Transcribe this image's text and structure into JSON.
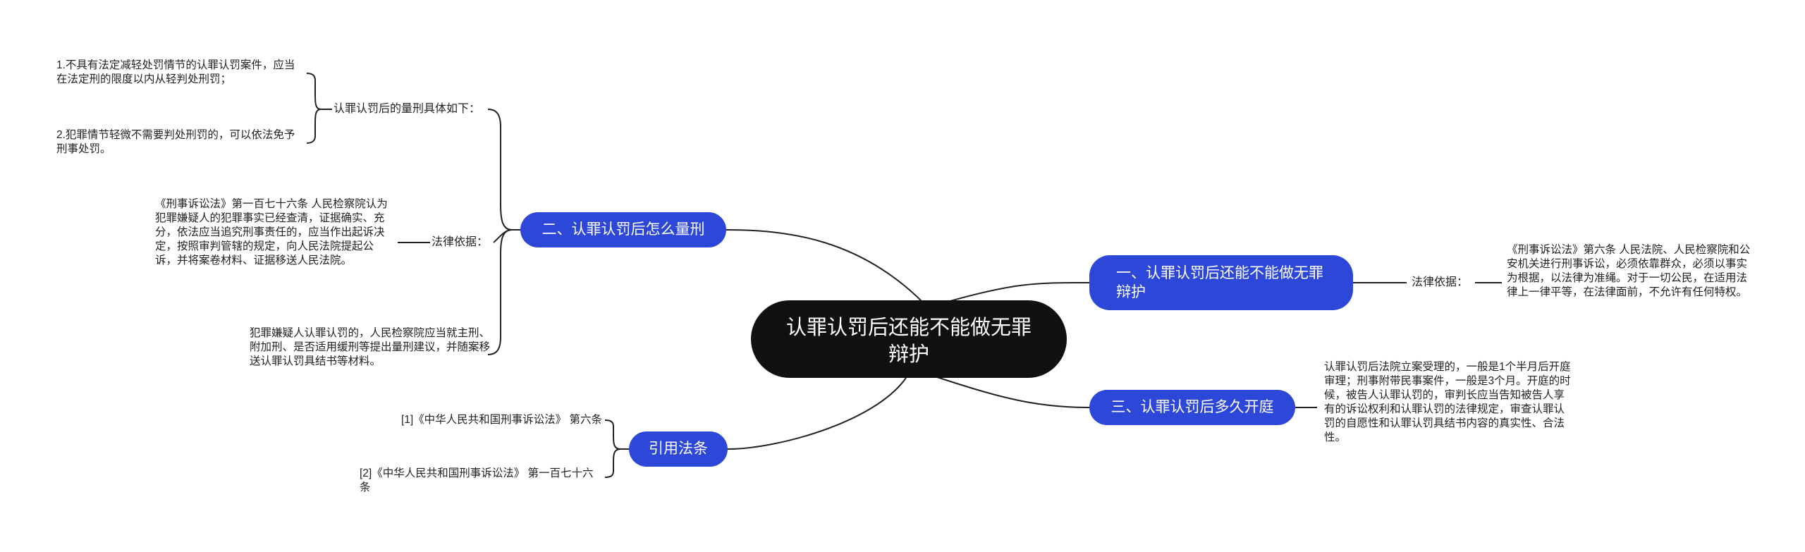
{
  "root": {
    "title": "认罪认罚后还能不能做无罪辩护"
  },
  "branch1": {
    "title": "一、认罪认罚后还能不能做无罪辩护",
    "label": "法律依据：",
    "detail": "《刑事诉讼法》第六条 人民法院、人民检察院和公安机关进行刑事诉讼，必须依靠群众，必须以事实为根据，以法律为准绳。对于一切公民，在适用法律上一律平等，在法律面前，不允许有任何特权。"
  },
  "branch2": {
    "title": "二、认罪认罚后怎么量刑",
    "sub1": {
      "label": "认罪认罚后的量刑具体如下：",
      "items": [
        "1.不具有法定减轻处罚情节的认罪认罚案件，应当在法定刑的限度以内从轻判处刑罚；",
        "2.犯罪情节轻微不需要判处刑罚的，可以依法免予刑事处罚。"
      ]
    },
    "sub2": {
      "label": "法律依据：",
      "detail": "《刑事诉讼法》第一百七十六条 人民检察院认为犯罪嫌疑人的犯罪事实已经查清，证据确实、充分，依法应当追究刑事责任的，应当作出起诉决定，按照审判管辖的规定，向人民法院提起公诉，并将案卷材料、证据移送人民法院。"
    },
    "sub3": "犯罪嫌疑人认罪认罚的，人民检察院应当就主刑、附加刑、是否适用缓刑等提出量刑建议，并随案移送认罪认罚具结书等材料。"
  },
  "branch3": {
    "title": "三、认罪认罚后多久开庭",
    "detail": "认罪认罚后法院立案受理的，一般是1个半月后开庭审理；刑事附带民事案件，一般是3个月。开庭的时候，被告人认罪认罚的，审判长应当告知被告人享有的诉讼权利和认罪认罚的法律规定，审查认罪认罚的自愿性和认罪认罚具结书内容的真实性、合法性。"
  },
  "branch4": {
    "title": "引用法条",
    "items": [
      "[1]《中华人民共和国刑事诉讼法》 第六条",
      "[2]《中华人民共和国刑事诉讼法》 第一百七十六条"
    ]
  },
  "colors": {
    "root": "#111111",
    "branch": "#2d47d8",
    "line": "#222222"
  }
}
